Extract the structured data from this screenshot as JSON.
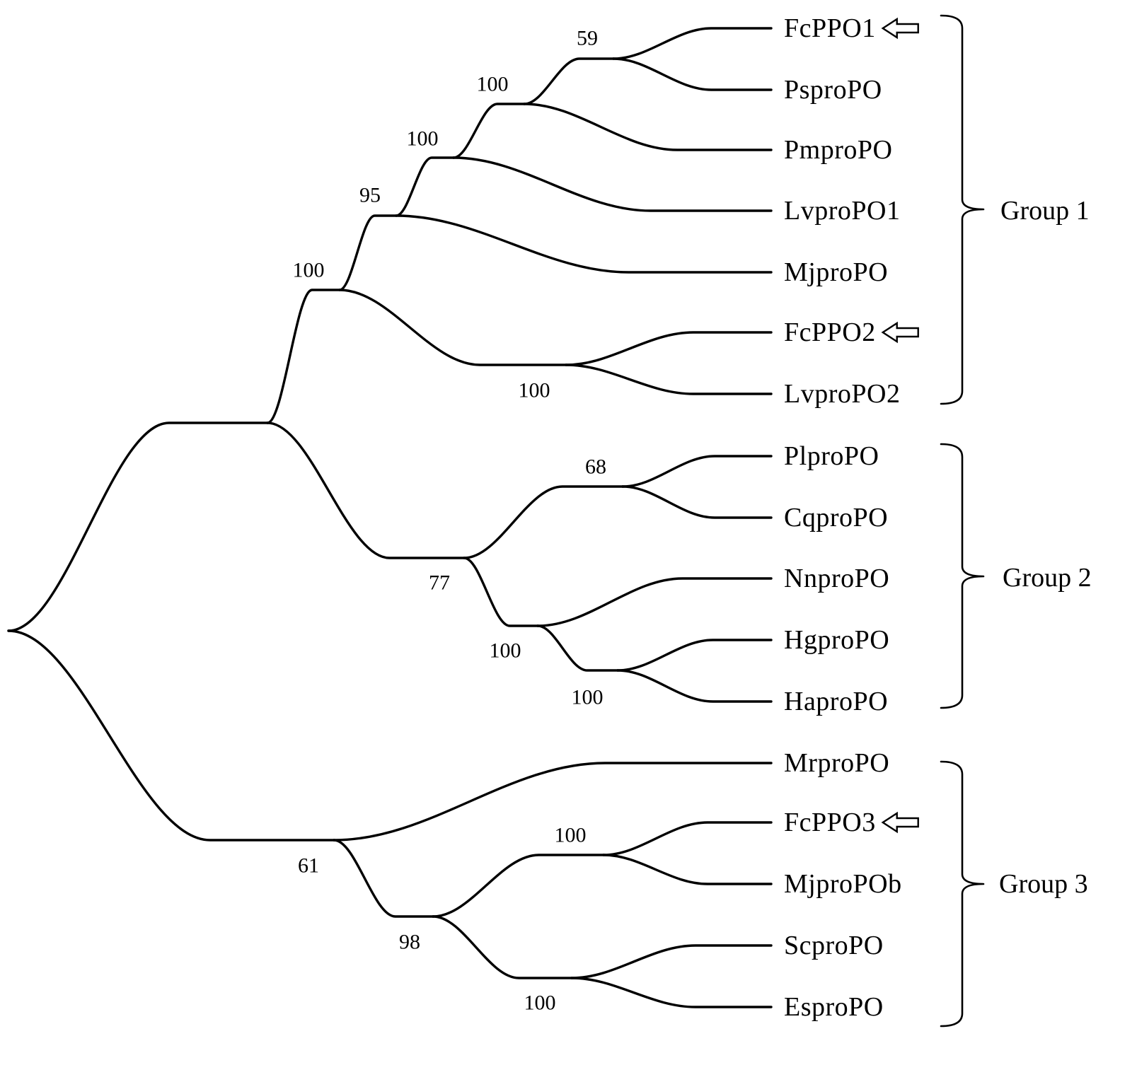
{
  "leaves": [
    {
      "id": "FcPPO1",
      "label": "FcPPO1",
      "highlighted": true
    },
    {
      "id": "PspropPO",
      "label": "PsproPO",
      "highlighted": false
    },
    {
      "id": "PmproPO",
      "label": "PmproPO",
      "highlighted": false
    },
    {
      "id": "LvproPO1",
      "label": "LvproPO1",
      "highlighted": false
    },
    {
      "id": "MjproPO",
      "label": "MjproPO",
      "highlighted": false
    },
    {
      "id": "FcPPO2",
      "label": "FcPPO2",
      "highlighted": true
    },
    {
      "id": "LvproPO2",
      "label": "LvproPO2",
      "highlighted": false
    },
    {
      "id": "PlproPO",
      "label": "PlproPO",
      "highlighted": false
    },
    {
      "id": "CqproPO",
      "label": "CqproPO",
      "highlighted": false
    },
    {
      "id": "NnproPO",
      "label": "NnproPO",
      "highlighted": false
    },
    {
      "id": "HgproPO",
      "label": "HgproPO",
      "highlighted": false
    },
    {
      "id": "HaproPO",
      "label": "HaproPO",
      "highlighted": false
    },
    {
      "id": "MrproPO",
      "label": "MrproPO",
      "highlighted": false
    },
    {
      "id": "FcPPO3",
      "label": "FcPPO3",
      "highlighted": true
    },
    {
      "id": "MjproPOb",
      "label": "MjproPOb",
      "highlighted": false
    },
    {
      "id": "ScproPO",
      "label": "ScproPO",
      "highlighted": false
    },
    {
      "id": "EsproPO",
      "label": "EsproPO",
      "highlighted": false
    }
  ],
  "clades": [
    {
      "id": "c-fc1-ps",
      "support": "59"
    },
    {
      "id": "c-pm",
      "support": "100"
    },
    {
      "id": "c-lv1",
      "support": "100"
    },
    {
      "id": "c-mj",
      "support": "95"
    },
    {
      "id": "c-group1",
      "support": "100"
    },
    {
      "id": "c-fc2-lv2",
      "support": "100"
    },
    {
      "id": "c-pl-cq",
      "support": "68"
    },
    {
      "id": "c-group2",
      "support": "77"
    },
    {
      "id": "c-nn-hg-ha",
      "support": "100"
    },
    {
      "id": "c-hg-ha",
      "support": "100"
    },
    {
      "id": "c-group3",
      "support": "61"
    },
    {
      "id": "c-fc3-mjb",
      "support": "100"
    },
    {
      "id": "c-group3-inner",
      "support": "98"
    },
    {
      "id": "c-sc-es",
      "support": "100"
    }
  ],
  "groups": [
    {
      "id": "group1",
      "label": "Group 1"
    },
    {
      "id": "group2",
      "label": "Group 2"
    },
    {
      "id": "group3",
      "label": "Group 3"
    }
  ],
  "highlight_marker": "open-arrow-left-icon"
}
